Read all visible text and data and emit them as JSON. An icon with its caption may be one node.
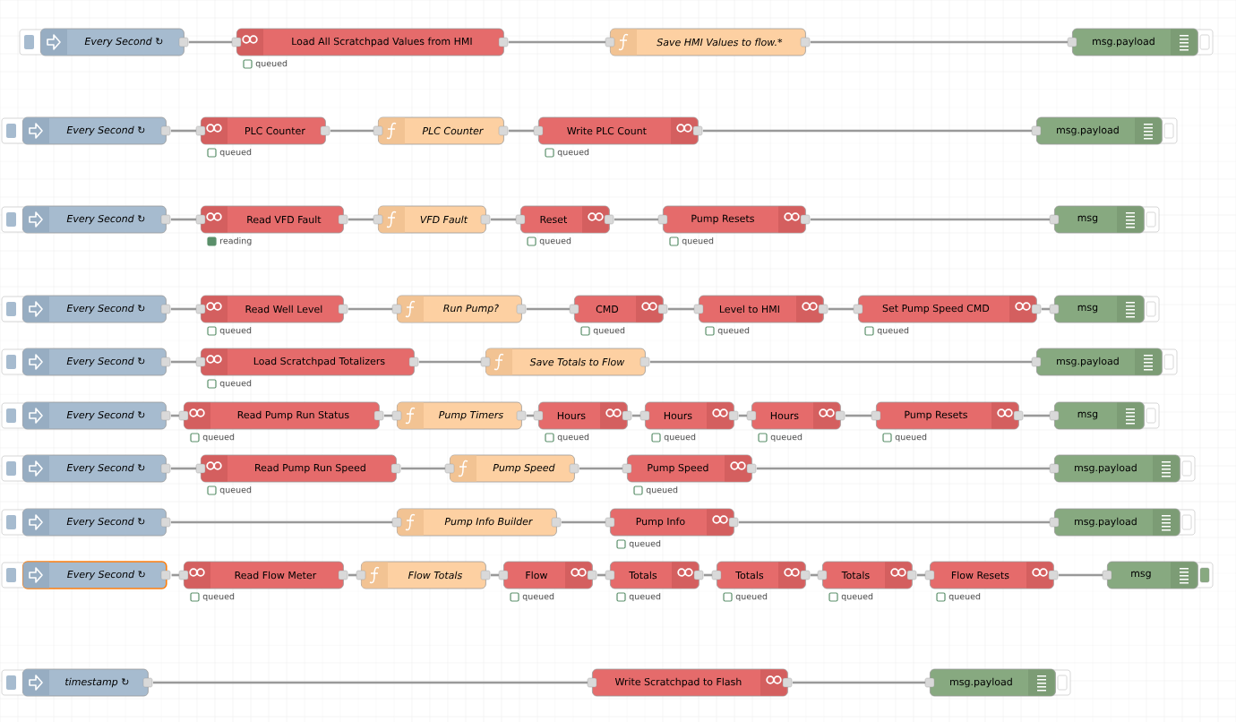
{
  "diagram": {
    "nodes": [
      {
        "text": [
          "Every Second ↻"
        ]
      },
      {
        "text": [
          "Load All Scratchpad Values from HMI"
        ],
        "beside": [
          "queued"
        ]
      },
      {
        "text": [
          "Save HMI Values to flow.*"
        ]
      },
      {
        "text": [
          "msg.payload"
        ]
      },
      {
        "text": [
          "Every Second ↻"
        ]
      },
      {
        "text": [
          "PLC Counter"
        ],
        "beside": [
          "queued"
        ]
      },
      {
        "text": [
          "PLC Counter"
        ]
      },
      {
        "text": [
          "Write PLC Count"
        ],
        "beside": [
          "queued"
        ]
      },
      {
        "text": [
          "msg.payload"
        ]
      },
      {
        "text": [
          "Every Second ↻"
        ]
      },
      {
        "text": [
          "Read VFD Fault"
        ],
        "beside": [
          "reading"
        ]
      },
      {
        "text": [
          "VFD Fault"
        ]
      },
      {
        "text": [
          "Reset"
        ],
        "beside": [
          "queued"
        ]
      },
      {
        "text": [
          "Pump Resets"
        ],
        "beside": [
          "queued"
        ]
      },
      {
        "text": [
          "msg"
        ]
      },
      {
        "text": [
          "Every Second ↻"
        ]
      },
      {
        "text": [
          "Read Well Level"
        ],
        "beside": [
          "queued"
        ]
      },
      {
        "text": [
          "Run Pump?"
        ]
      },
      {
        "text": [
          "CMD"
        ],
        "beside": [
          "queued"
        ]
      },
      {
        "text": [
          "Level to HMI"
        ],
        "beside": [
          "queued"
        ]
      },
      {
        "text": [
          "Set Pump Speed CMD"
        ],
        "beside": [
          "queued"
        ]
      },
      {
        "text": [
          "msg"
        ]
      },
      {
        "text": [
          "Every Second ↻"
        ]
      },
      {
        "text": [
          "Load Scratchpad Totalizers"
        ],
        "beside": [
          "queued"
        ]
      },
      {
        "text": [
          "Save Totals to Flow"
        ]
      },
      {
        "text": [
          "msg.payload"
        ]
      },
      {
        "text": [
          "Every Second ↻"
        ]
      },
      {
        "text": [
          "Read Pump Run Status"
        ],
        "beside": [
          "queued"
        ]
      },
      {
        "text": [
          "Pump Timers"
        ]
      },
      {
        "text": [
          "Hours"
        ],
        "beside": [
          "queued"
        ]
      },
      {
        "text": [
          "Hours"
        ],
        "beside": [
          "queued"
        ]
      },
      {
        "text": [
          "Hours"
        ],
        "beside": [
          "queued"
        ]
      },
      {
        "text": [
          "Pump Resets"
        ],
        "beside": [
          "queued"
        ]
      },
      {
        "text": [
          "msg"
        ]
      },
      {
        "text": [
          "Every Second ↻"
        ]
      },
      {
        "text": [
          "Read Pump Run Speed"
        ],
        "beside": [
          "queued"
        ]
      },
      {
        "text": [
          "Pump Speed"
        ]
      },
      {
        "text": [
          "Pump Speed"
        ],
        "beside": [
          "queued"
        ]
      },
      {
        "text": [
          "msg.payload"
        ]
      },
      {
        "text": [
          "Every Second ↻"
        ]
      },
      {
        "text": [
          "Pump Info Builder"
        ]
      },
      {
        "text": [
          "Pump Info"
        ],
        "beside": [
          "queued"
        ]
      },
      {
        "text": [
          "msg.payload"
        ]
      },
      {
        "text": [
          "Every Second ↻"
        ]
      },
      {
        "text": [
          "Read Flow Meter"
        ],
        "beside": [
          "queued"
        ]
      },
      {
        "text": [
          "Flow Totals"
        ]
      },
      {
        "text": [
          "Flow"
        ],
        "beside": [
          "queued"
        ]
      },
      {
        "text": [
          "Totals"
        ],
        "beside": [
          "queued"
        ]
      },
      {
        "text": [
          "Totals"
        ],
        "beside": [
          "queued"
        ]
      },
      {
        "text": [
          "Totals"
        ],
        "beside": [
          "queued"
        ]
      },
      {
        "text": [
          "Flow Resets"
        ],
        "beside": [
          "queued"
        ]
      },
      {
        "text": [
          "msg"
        ]
      },
      {
        "text": [
          "timestamp ↻"
        ]
      },
      {
        "text": [
          "Write Scratchpad to Flash"
        ]
      },
      {
        "text": [
          "msg.payload"
        ]
      }
    ],
    "edges": [
      {
        "from": 0,
        "to": 1,
        "arrow": "none"
      },
      {
        "from": 1,
        "to": 2,
        "arrow": "none"
      },
      {
        "from": 2,
        "to": 3,
        "arrow": "none"
      },
      {
        "from": 4,
        "to": 5,
        "arrow": "none"
      },
      {
        "from": 5,
        "to": 6,
        "arrow": "none"
      },
      {
        "from": 6,
        "to": 7,
        "arrow": "none"
      },
      {
        "from": 7,
        "to": 8,
        "arrow": "none"
      },
      {
        "from": 9,
        "to": 10,
        "arrow": "none"
      },
      {
        "from": 10,
        "to": 11,
        "arrow": "none"
      },
      {
        "from": 11,
        "to": 12,
        "arrow": "none"
      },
      {
        "from": 12,
        "to": 13,
        "arrow": "none"
      },
      {
        "from": 13,
        "to": 14,
        "arrow": "none"
      },
      {
        "from": 15,
        "to": 16,
        "arrow": "none"
      },
      {
        "from": 16,
        "to": 17,
        "arrow": "none"
      },
      {
        "from": 17,
        "to": 18,
        "arrow": "none"
      },
      {
        "from": 18,
        "to": 19,
        "arrow": "none"
      },
      {
        "from": 19,
        "to": 20,
        "arrow": "none"
      },
      {
        "from": 20,
        "to": 21,
        "arrow": "none"
      },
      {
        "from": 22,
        "to": 23,
        "arrow": "none"
      },
      {
        "from": 23,
        "to": 24,
        "arrow": "none"
      },
      {
        "from": 24,
        "to": 25,
        "arrow": "none"
      },
      {
        "from": 26,
        "to": 27,
        "arrow": "none"
      },
      {
        "from": 27,
        "to": 28,
        "arrow": "none"
      },
      {
        "from": 28,
        "to": 29,
        "arrow": "none"
      },
      {
        "from": 29,
        "to": 30,
        "arrow": "none"
      },
      {
        "from": 30,
        "to": 31,
        "arrow": "none"
      },
      {
        "from": 31,
        "to": 32,
        "arrow": "none"
      },
      {
        "from": 32,
        "to": 33,
        "arrow": "none"
      },
      {
        "from": 34,
        "to": 35,
        "arrow": "none"
      },
      {
        "from": 35,
        "to": 36,
        "arrow": "none"
      },
      {
        "from": 36,
        "to": 37,
        "arrow": "none"
      },
      {
        "from": 37,
        "to": 38,
        "arrow": "none"
      },
      {
        "from": 39,
        "to": 40,
        "arrow": "none"
      },
      {
        "from": 40,
        "to": 41,
        "arrow": "none"
      },
      {
        "from": 41,
        "to": 42,
        "arrow": "none"
      },
      {
        "from": 43,
        "to": 44,
        "arrow": "none"
      },
      {
        "from": 44,
        "to": 45,
        "arrow": "none"
      },
      {
        "from": 45,
        "to": 46,
        "arrow": "none"
      },
      {
        "from": 46,
        "to": 47,
        "arrow": "none"
      },
      {
        "from": 47,
        "to": 48,
        "arrow": "none"
      },
      {
        "from": 48,
        "to": 49,
        "arrow": "none"
      },
      {
        "from": 49,
        "to": 50,
        "arrow": "none"
      },
      {
        "from": 50,
        "to": 51,
        "arrow": "none"
      },
      {
        "from": 52,
        "to": 53,
        "arrow": "none"
      },
      {
        "from": 53,
        "to": 54,
        "arrow": "none"
      }
    ]
  }
}
